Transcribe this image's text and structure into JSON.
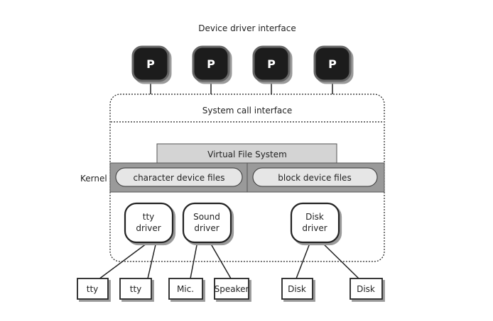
{
  "title": "Device driver interface",
  "processes": [
    {
      "label": "P"
    },
    {
      "label": "P"
    },
    {
      "label": "P"
    },
    {
      "label": "P"
    }
  ],
  "kernel": {
    "label": "Kernel",
    "system_call_interface": "System call interface",
    "virtual_file_system": "Virtual File System",
    "character_device_files": "character device files",
    "block_device_files": "block device files"
  },
  "drivers": {
    "tty": {
      "line1": "tty",
      "line2": "driver"
    },
    "sound": {
      "line1": "Sound",
      "line2": "driver"
    },
    "disk": {
      "line1": "Disk",
      "line2": "driver"
    }
  },
  "devices": [
    {
      "label": "tty"
    },
    {
      "label": "tty"
    },
    {
      "label": "Mic."
    },
    {
      "label": "Speaker"
    },
    {
      "label": "Disk"
    },
    {
      "label": "Disk"
    }
  ]
}
